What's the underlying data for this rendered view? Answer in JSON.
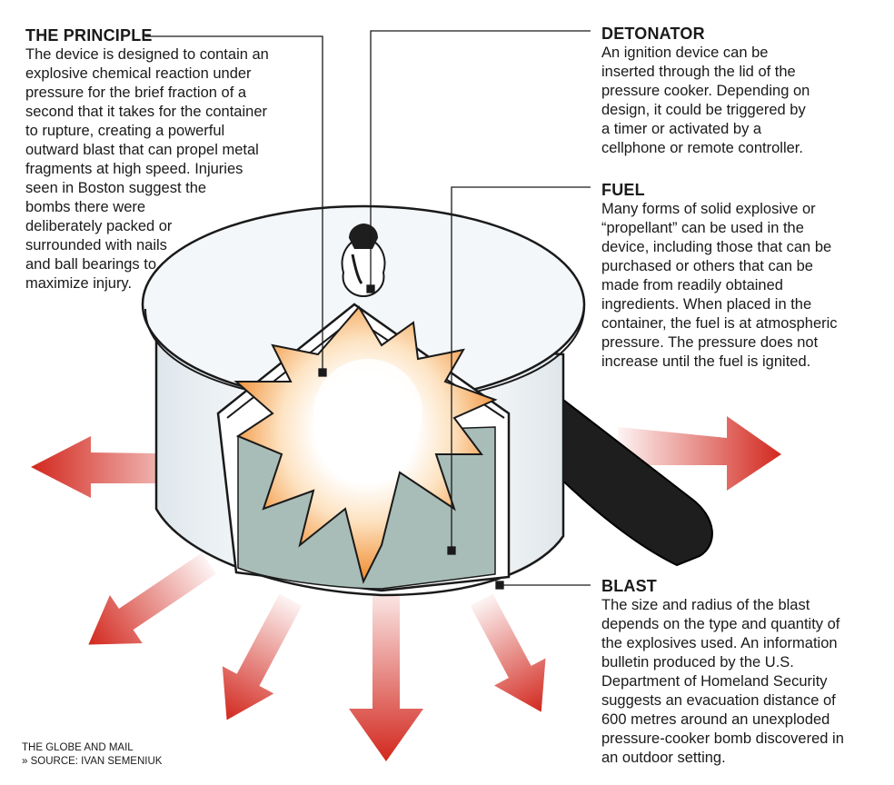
{
  "principle": {
    "heading": "THE PRINCIPLE",
    "lines": [
      "The device is designed to contain an",
      "explosive chemical reaction under",
      "pressure for the brief fraction of a",
      "second that it takes for the container",
      "to rupture, creating a powerful",
      "outward blast that can propel metal",
      "fragments at high speed. Injuries",
      "seen in Boston suggest the",
      "bombs there were",
      "deliberately packed or",
      "surrounded with nails",
      "and ball bearings to",
      "maximize injury."
    ]
  },
  "detonator": {
    "heading": "DETONATOR",
    "lines": [
      "An ignition device can be",
      "inserted through the lid of the",
      "pressure cooker. Depending on",
      "design, it could be triggered by",
      "a timer or activated by a",
      "cellphone or remote controller."
    ]
  },
  "fuel": {
    "heading": "FUEL",
    "lines": [
      "Many forms of solid explosive or",
      "“propellant” can be used in the",
      "device, including those that can be",
      "purchased or others that can be",
      "made from readily obtained",
      "ingredients. When placed in the",
      "container, the fuel is at atmospheric",
      "pressure. The pressure does not",
      "increase until the fuel is ignited."
    ]
  },
  "blast": {
    "heading": "BLAST",
    "lines": [
      "The size and radius of the blast",
      "depends on the type and quantity of",
      "the explosives used. An information",
      "bulletin produced by the U.S.",
      "Department of Homeland Security",
      "suggests an evacuation distance of",
      "600 metres around an unexploded",
      "pressure-cooker bomb discovered in",
      "an outdoor setting."
    ]
  },
  "credit": {
    "publisher": "THE GLOBE AND MAIL",
    "source": "» SOURCE: IVAN SEMENIUK"
  },
  "colors": {
    "arrow_red": "#d2281e",
    "handle": "#1e1e1e",
    "pot_light": "#f4f7f9",
    "fuel": "#a9bdb8",
    "flame": "#f39a3c"
  }
}
